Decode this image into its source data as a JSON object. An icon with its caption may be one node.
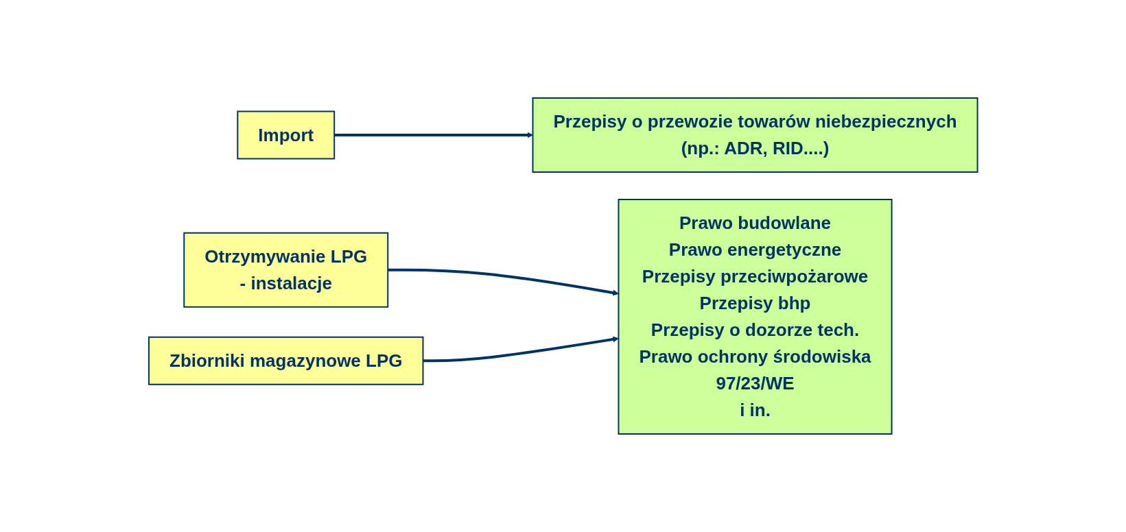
{
  "diagram": {
    "nodes": [
      {
        "text": [
          "Import"
        ]
      },
      {
        "text": [
          "Przepisy o przewozie towarów niebezpiecznych",
          "(np.: ADR, RID....)"
        ]
      },
      {
        "text": [
          "Otrzymywanie LPG",
          "- instalacje"
        ]
      },
      {
        "text": [
          "Prawo budowlane",
          "Prawo energetyczne",
          "Przepisy przeciwpożarowe",
          "Przepisy bhp",
          "Przepisy o dozorze tech.",
          "Prawo ochrony środowiska",
          "97/23/WE",
          "i in."
        ]
      },
      {
        "text": [
          "Zbiorniki magazynowe LPG"
        ]
      }
    ],
    "edges": [
      {
        "from": 0,
        "to": 1,
        "arrow": "to"
      },
      {
        "from": 2,
        "to": 3,
        "arrow": "to"
      },
      {
        "from": 4,
        "to": 3,
        "arrow": "to"
      }
    ]
  }
}
